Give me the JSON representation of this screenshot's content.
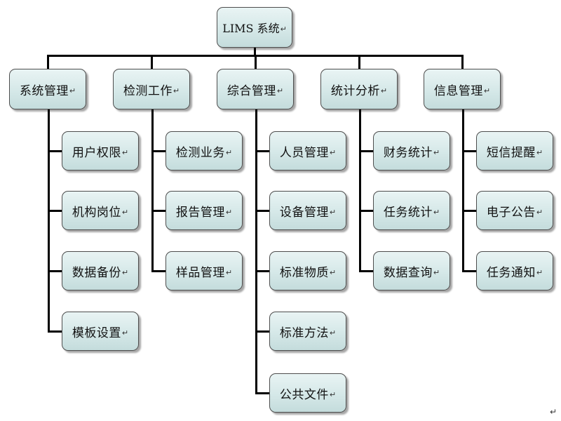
{
  "root": {
    "label": "LIMS 系统",
    "mark": "↵"
  },
  "modules": [
    {
      "label": "系统管理",
      "mark": "↵",
      "children": [
        {
          "label": "用户权限",
          "mark": "↵"
        },
        {
          "label": "机构岗位",
          "mark": "↵"
        },
        {
          "label": "数据备份",
          "mark": "↵"
        },
        {
          "label": "模板设置",
          "mark": "↵"
        }
      ]
    },
    {
      "label": "检测工作",
      "mark": "↵",
      "children": [
        {
          "label": "检测业务",
          "mark": "↵"
        },
        {
          "label": "报告管理",
          "mark": "↵"
        },
        {
          "label": "样品管理",
          "mark": "↵"
        }
      ]
    },
    {
      "label": "综合管理",
      "mark": "↵",
      "children": [
        {
          "label": "人员管理",
          "mark": "↵"
        },
        {
          "label": "设备管理",
          "mark": "↵"
        },
        {
          "label": "标准物质",
          "mark": "↵"
        },
        {
          "label": "标准方法",
          "mark": "↵"
        },
        {
          "label": "公共文件",
          "mark": "↵"
        }
      ]
    },
    {
      "label": "统计分析",
      "mark": "↵",
      "children": [
        {
          "label": "财务统计",
          "mark": "↵"
        },
        {
          "label": "任务统计",
          "mark": "↵"
        },
        {
          "label": "数据查询",
          "mark": "↵"
        }
      ]
    },
    {
      "label": "信息管理",
      "mark": "↵",
      "children": [
        {
          "label": "短信提醒",
          "mark": "↵"
        },
        {
          "label": "电子公告",
          "mark": "↵"
        },
        {
          "label": "任务通知",
          "mark": "↵"
        }
      ]
    }
  ],
  "end_mark": "↵"
}
